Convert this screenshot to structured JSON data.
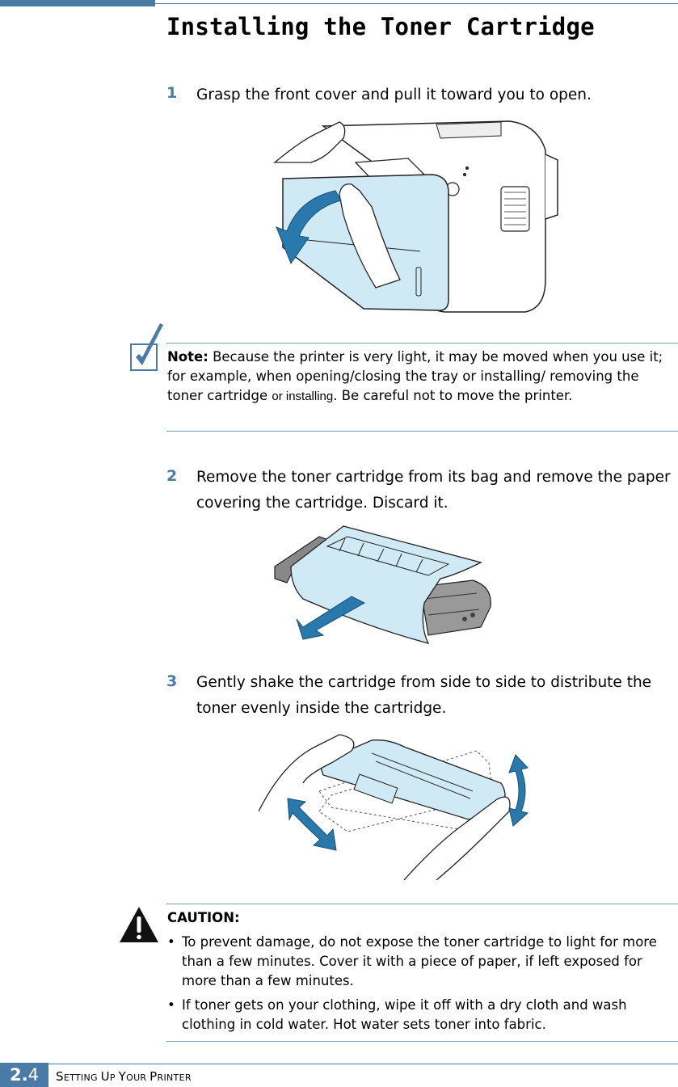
{
  "page": {
    "title": "Installing the Toner Cartridge"
  },
  "steps": [
    {
      "num": "1",
      "text": "Grasp the front cover and pull it toward you to open."
    },
    {
      "num": "2",
      "text": "Remove the toner cartridge from its bag and remove the paper covering the cartridge. Discard it."
    },
    {
      "num": "3",
      "text": "Gently shake the cartridge from side to side to distribute the toner evenly inside the cartridge."
    }
  ],
  "note": {
    "label": "Note:",
    "text_a": " Because the printer is very light, it may be moved when you use it; for example, when opening/closing the tray or installing/ removing the toner cartridge ",
    "text_small": "or installing",
    "text_b": ". Be careful not to move the printer."
  },
  "caution": {
    "title": "CAUTION:",
    "bullet": "•",
    "items": [
      "To prevent damage, do not expose the toner cartridge to light for more than a few minutes. Cover it with a piece of paper, if left exposed for more than a few minutes.",
      "If toner gets on your clothing, wipe it off with a dry cloth and wash clothing in cold water. Hot water sets toner into fabric."
    ]
  },
  "footer": {
    "page_chapter": "2.",
    "page_number": "4",
    "section_s": "S",
    "section_etting": "ETTING ",
    "section_u": "U",
    "section_p1": "P ",
    "section_y": "Y",
    "section_our": "OUR ",
    "section_p2": "P",
    "section_rinter": "RINTER"
  },
  "colors": {
    "accent": "#4a7ba7",
    "light_blue": "#cfe9f5",
    "arrow_blue": "#2a79ad"
  },
  "icons": {
    "note": "checkmark-icon",
    "caution": "warning-triangle-icon"
  }
}
